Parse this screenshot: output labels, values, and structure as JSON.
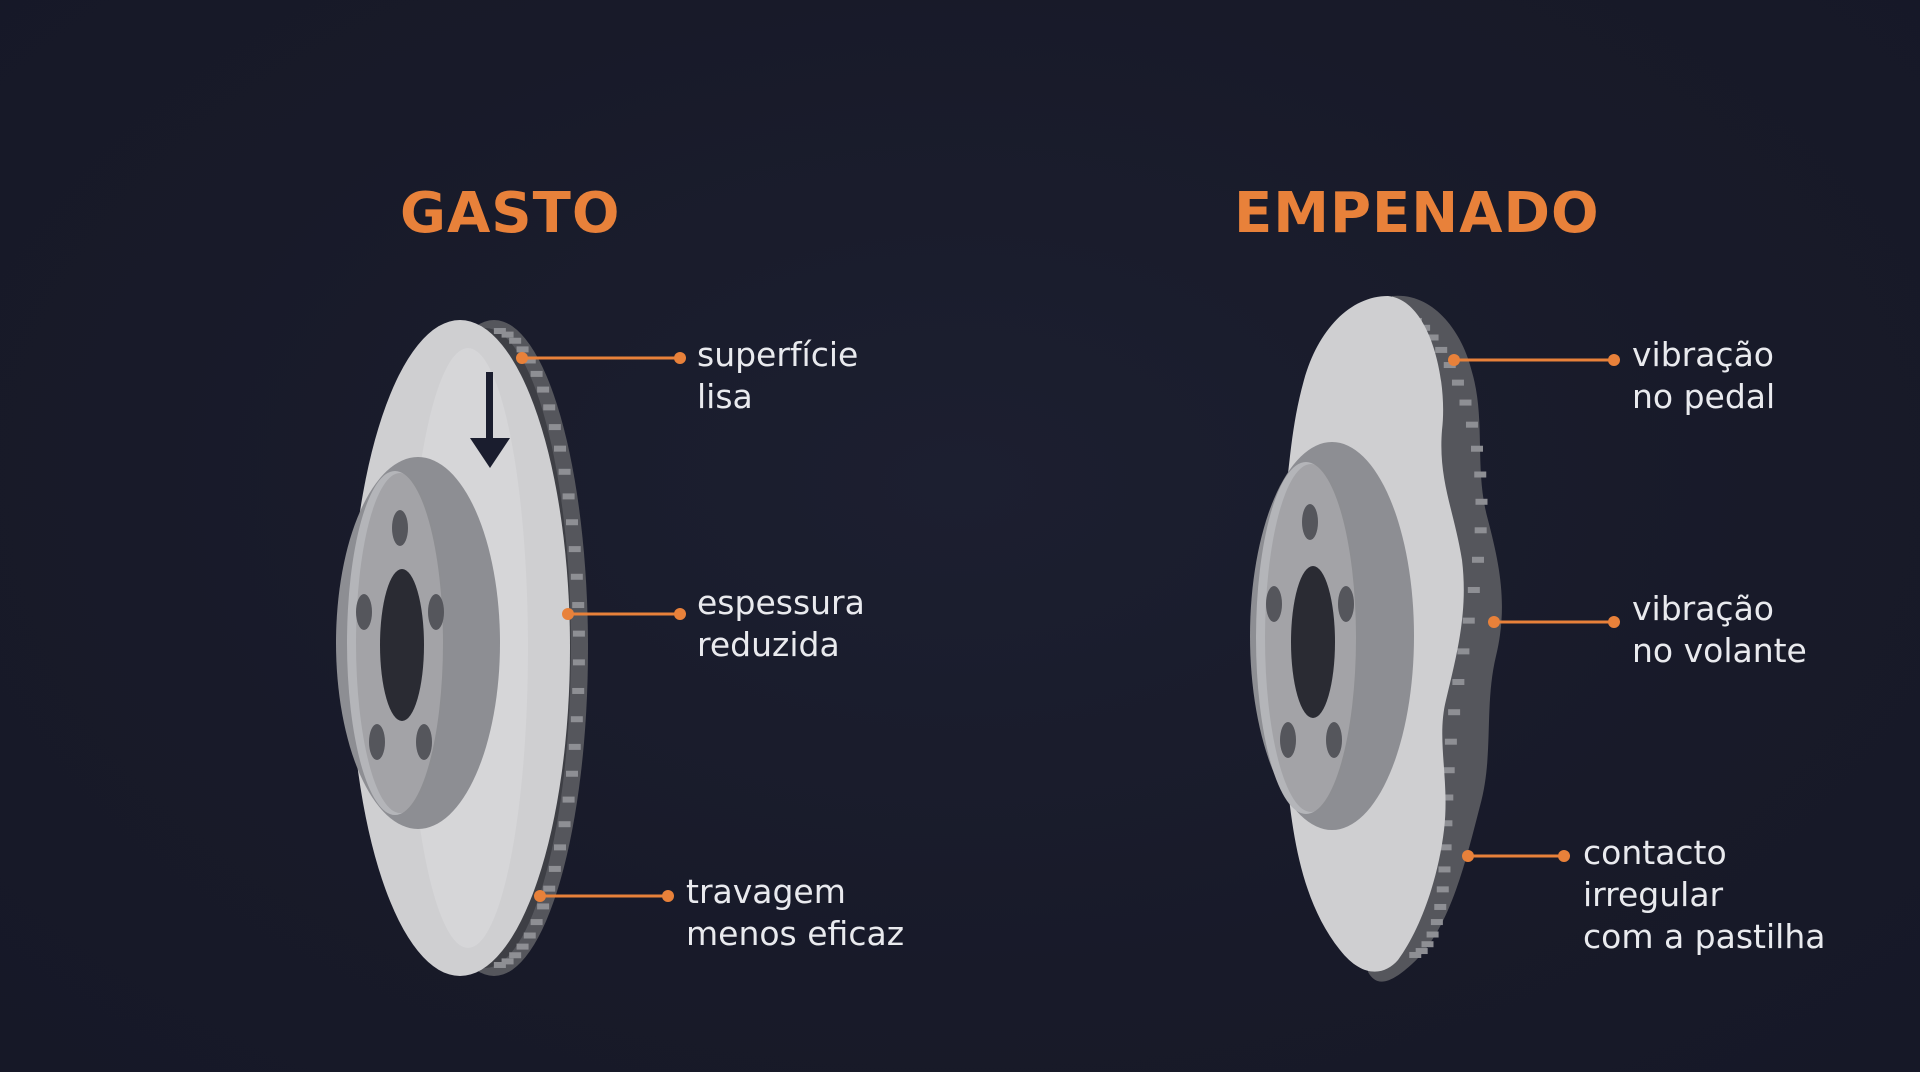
{
  "colors": {
    "background": "#191b2b",
    "accent": "#e8813a",
    "label_text": "#e9eaee",
    "disc_face": "#cfcfd1",
    "disc_shadow": "#a9aaad",
    "disc_edge": "#55565c",
    "hub": "#8d8e93",
    "hub_light": "#b4b5b9",
    "arrow": "#1a1d2e"
  },
  "panels": [
    {
      "id": "worn",
      "title": "GASTO",
      "icon": "worn-brake-disc-icon",
      "callouts": [
        {
          "lines": [
            "superfície",
            "lisa"
          ]
        },
        {
          "lines": [
            "espessura",
            "reduzida"
          ]
        },
        {
          "lines": [
            "travagem",
            "menos eficaz"
          ]
        }
      ]
    },
    {
      "id": "warped",
      "title": "EMPENADO",
      "icon": "warped-brake-disc-icon",
      "callouts": [
        {
          "lines": [
            "vibração",
            "no pedal"
          ]
        },
        {
          "lines": [
            "vibração",
            "no volante"
          ]
        },
        {
          "lines": [
            "contacto",
            "irregular",
            "com a pastilha"
          ]
        }
      ]
    }
  ]
}
